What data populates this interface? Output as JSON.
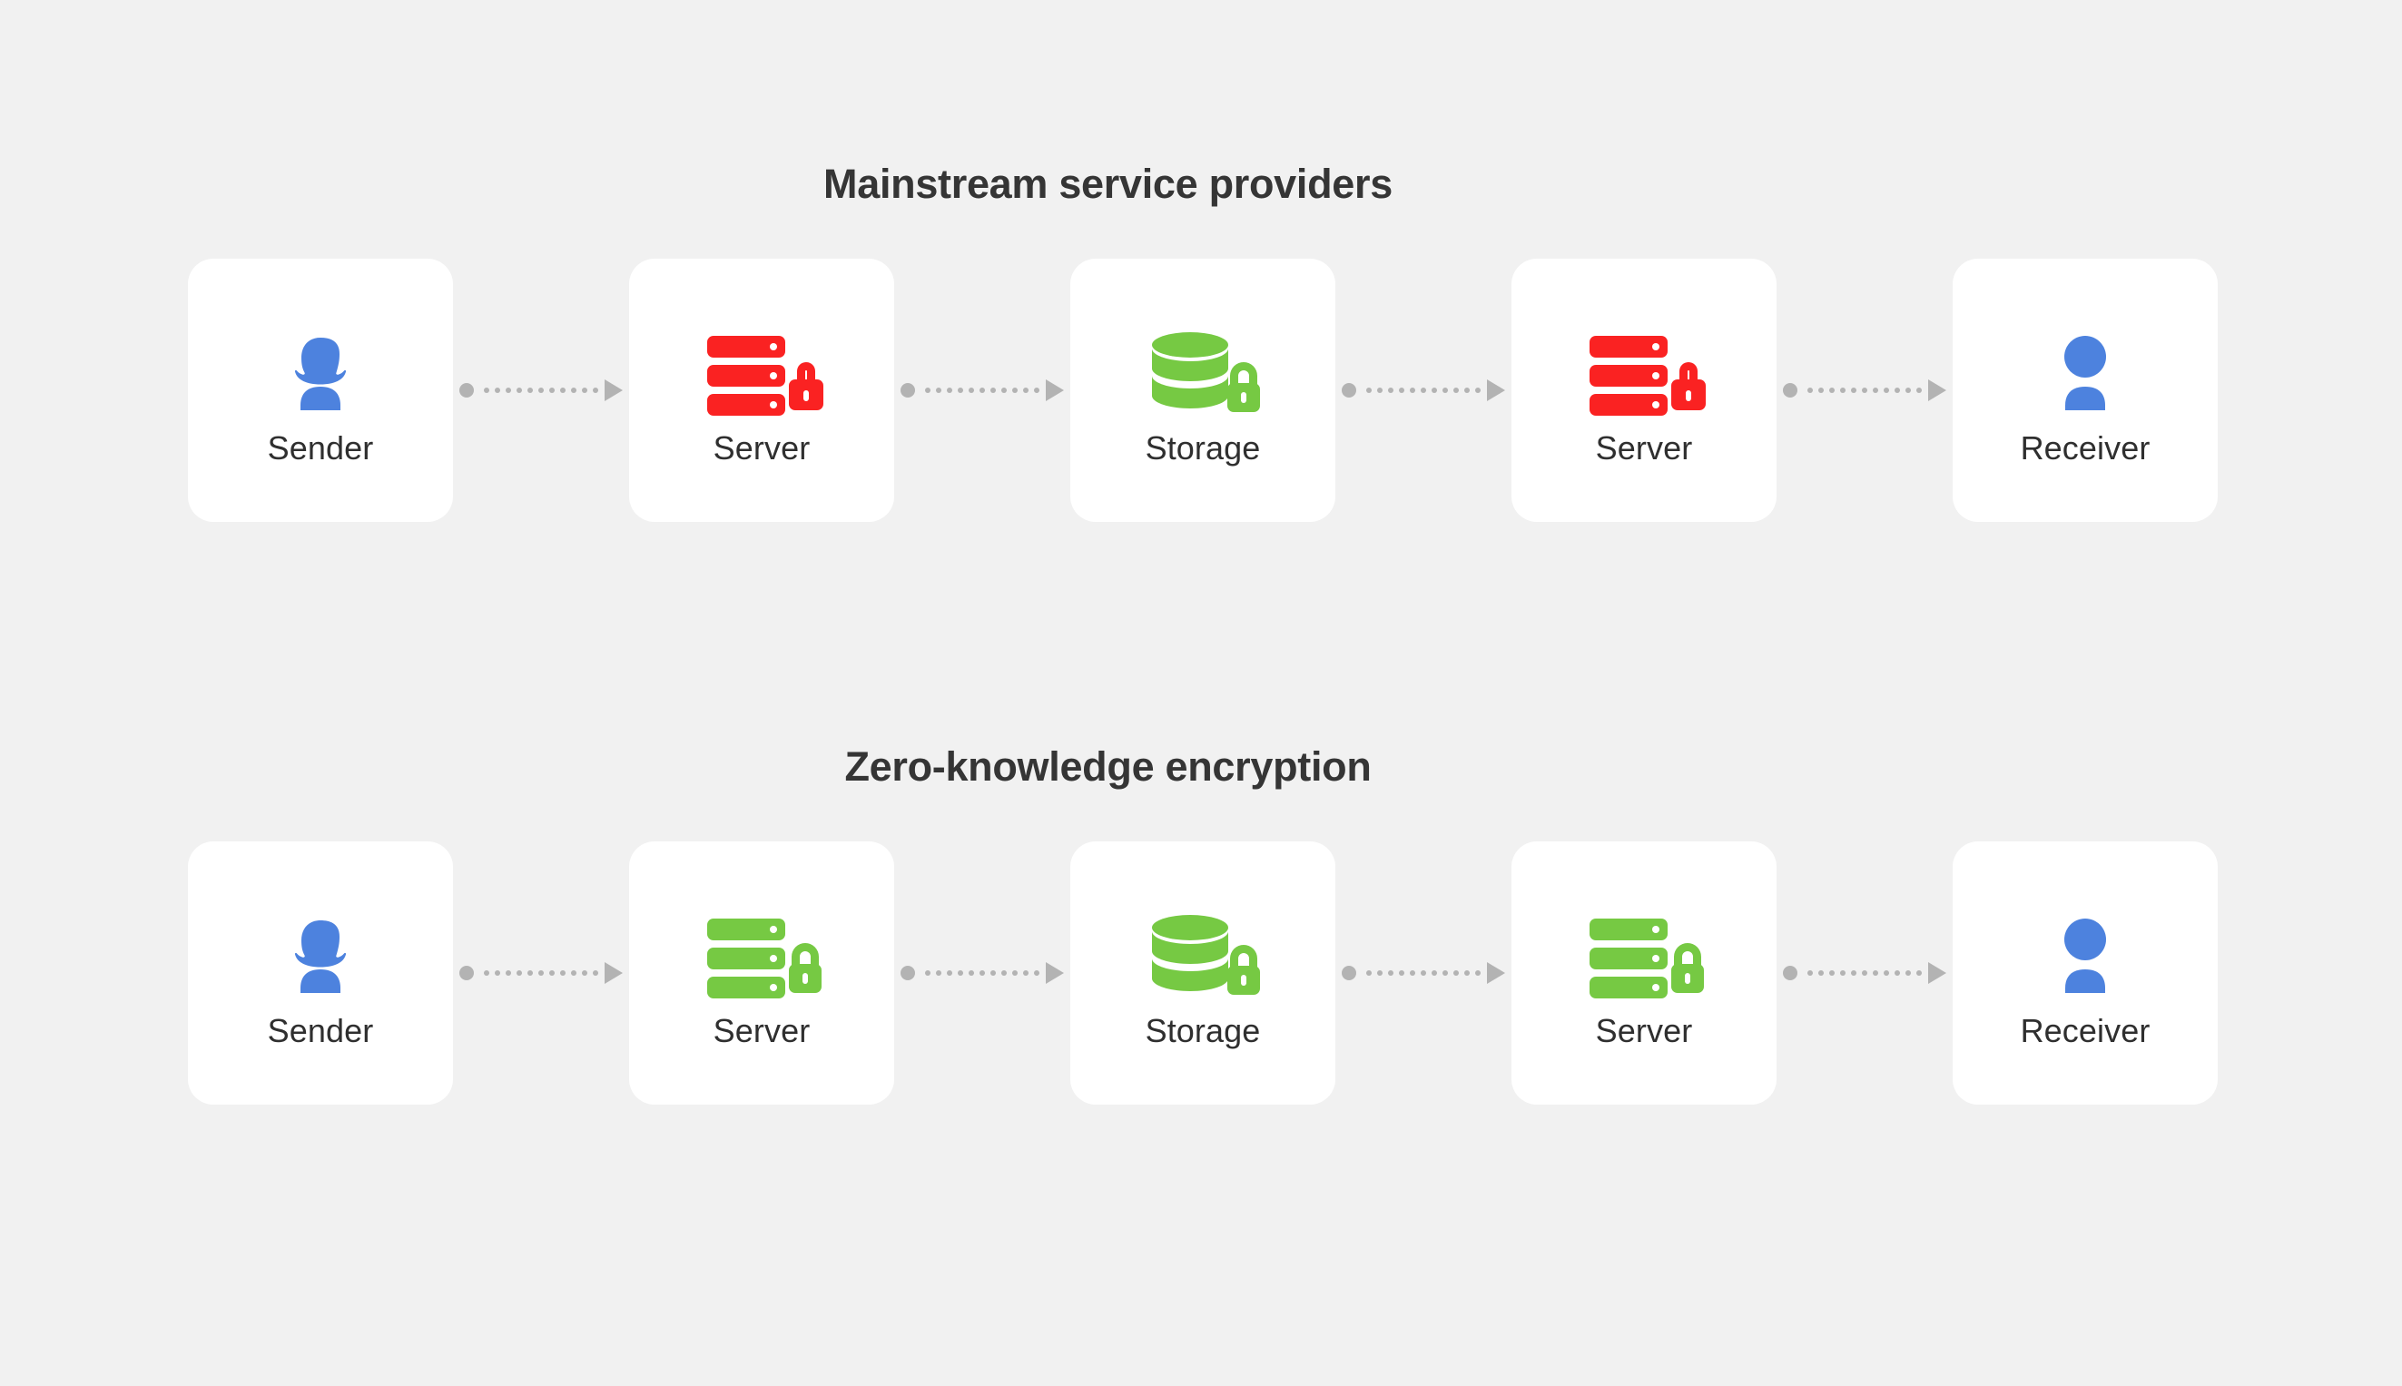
{
  "background_color": "#f1f1f1",
  "card_color": "#ffffff",
  "colors": {
    "insecure": "#fa2222",
    "secure": "#76c943",
    "person": "#4d82de",
    "connector": "#b3b3b3",
    "title_text": "#353535",
    "label_text": "#2f2f2f"
  },
  "sections": [
    {
      "id": "mainstream",
      "title": "Mainstream service providers",
      "nodes": [
        {
          "label": "Sender",
          "icon": "person-female-icon",
          "icon_color": "#4d82de",
          "lock": "none"
        },
        {
          "label": "Server",
          "icon": "server-icon",
          "icon_color": "#fa2222",
          "lock": "unlocked"
        },
        {
          "label": "Storage",
          "icon": "database-icon",
          "icon_color": "#76c943",
          "lock": "locked"
        },
        {
          "label": "Server",
          "icon": "server-icon",
          "icon_color": "#fa2222",
          "lock": "unlocked"
        },
        {
          "label": "Receiver",
          "icon": "person-male-icon",
          "icon_color": "#4d82de",
          "lock": "none"
        }
      ],
      "connectors": [
        "arrow-right-dotted",
        "arrow-right-dotted",
        "arrow-right-dotted",
        "arrow-right-dotted"
      ]
    },
    {
      "id": "zero-knowledge",
      "title": "Zero-knowledge encryption",
      "nodes": [
        {
          "label": "Sender",
          "icon": "person-female-icon",
          "icon_color": "#4d82de",
          "lock": "none"
        },
        {
          "label": "Server",
          "icon": "server-icon",
          "icon_color": "#76c943",
          "lock": "locked"
        },
        {
          "label": "Storage",
          "icon": "database-icon",
          "icon_color": "#76c943",
          "lock": "locked"
        },
        {
          "label": "Server",
          "icon": "server-icon",
          "icon_color": "#76c943",
          "lock": "locked"
        },
        {
          "label": "Receiver",
          "icon": "person-male-icon",
          "icon_color": "#4d82de",
          "lock": "none"
        }
      ],
      "connectors": [
        "arrow-right-dotted",
        "arrow-right-dotted",
        "arrow-right-dotted",
        "arrow-right-dotted"
      ]
    }
  ]
}
